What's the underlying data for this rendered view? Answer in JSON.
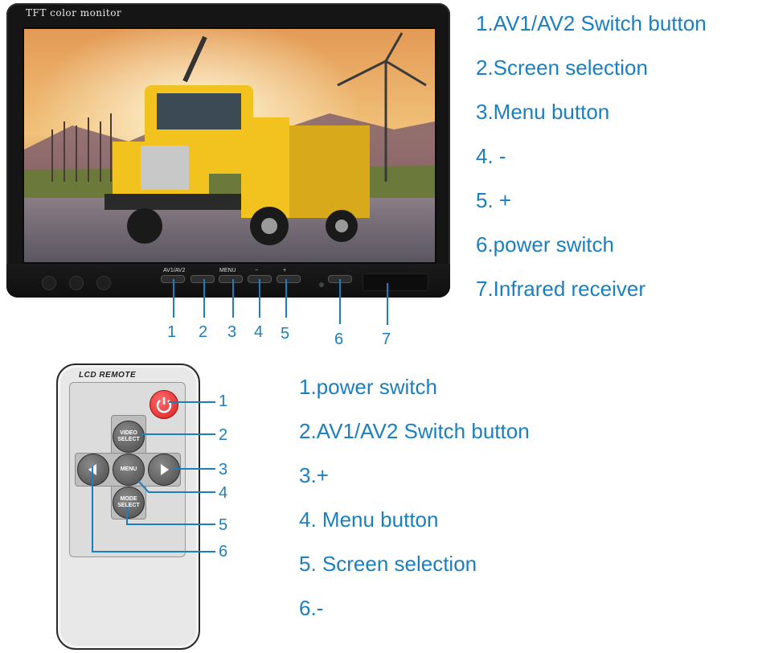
{
  "monitor": {
    "label": "TFT color monitor",
    "buttons": [
      {
        "id": "av",
        "label": "AV1/AV2"
      },
      {
        "id": "screen",
        "label": ""
      },
      {
        "id": "menu",
        "label": "MENU"
      },
      {
        "id": "minus",
        "label": "−"
      },
      {
        "id": "plus",
        "label": "+"
      }
    ],
    "callouts": [
      "1",
      "2",
      "3",
      "4",
      "5",
      "6",
      "7"
    ]
  },
  "monitor_legend": [
    "1.AV1/AV2 Switch button",
    "2.Screen selection",
    "3.Menu button",
    "4. -",
    "5. +",
    "6.power switch",
    "7.Infrared receiver"
  ],
  "remote": {
    "label": "LCD REMOTE",
    "buttons": {
      "up": "VIDEO SELECT",
      "center": "MENU",
      "down": "MODE SELECT"
    },
    "callouts": [
      "1",
      "2",
      "3",
      "4",
      "5",
      "6"
    ]
  },
  "remote_legend": [
    "1.power switch",
    "2.AV1/AV2 Switch button",
    "3.+",
    "4. Menu button",
    "5. Screen selection",
    "6.-"
  ],
  "colors": {
    "accent": "#1a7fc1",
    "truck": "#f2c21f",
    "power": "#d81f1f"
  }
}
